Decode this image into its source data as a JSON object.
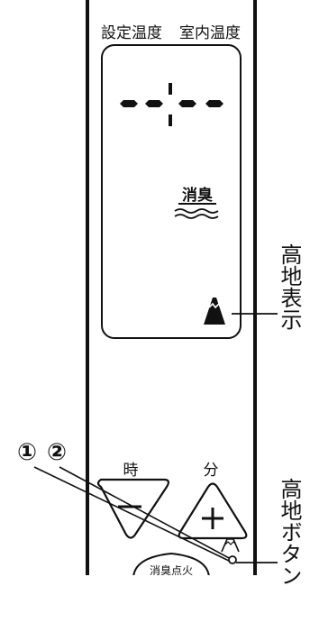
{
  "header": {
    "set_temp_label": "設定温度",
    "room_temp_label": "室内温度"
  },
  "display": {
    "deodorize_label": "消臭"
  },
  "callouts": {
    "altitude_display": "高地表示",
    "altitude_button": "高地ボタン",
    "step_one": "①",
    "step_two": "②"
  },
  "buttons": {
    "hour_label": "時",
    "minute_label": "分",
    "minus_symbol": "−",
    "plus_symbol": "+",
    "deodorize_ignite_label": "消臭点火"
  },
  "icons": {
    "mountain": "mountain-icon",
    "altitude_button_icon": "mountain-outline-icon"
  }
}
